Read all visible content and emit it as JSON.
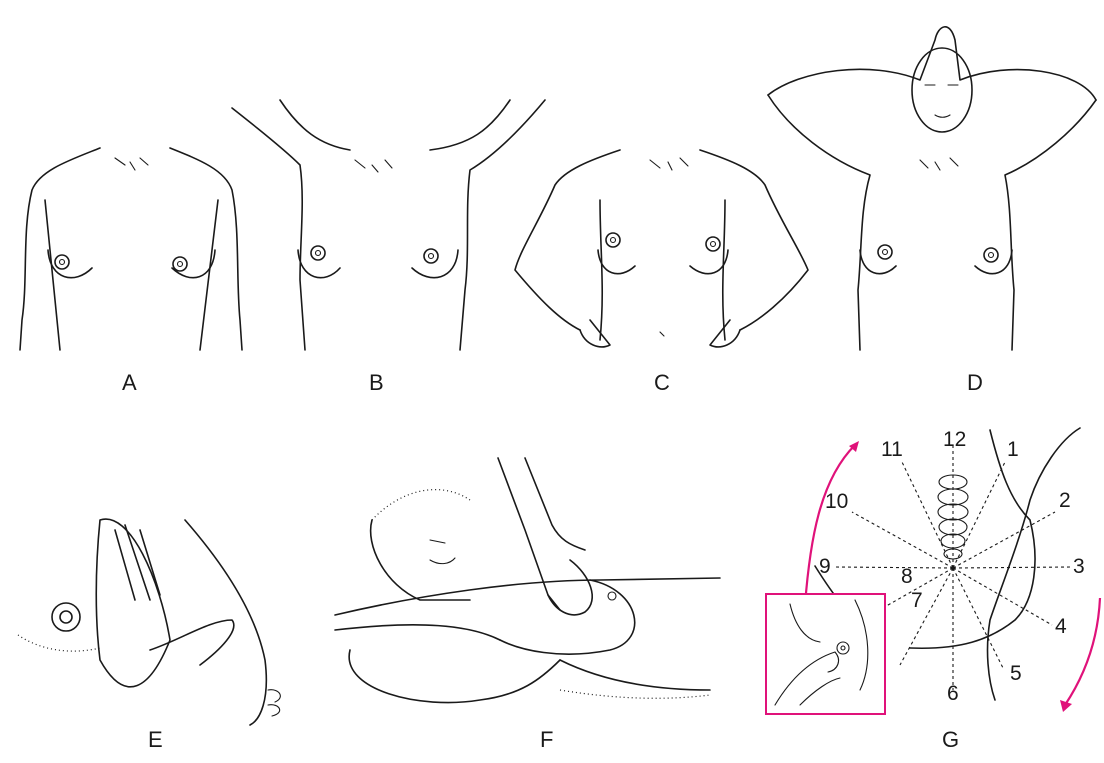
{
  "panels": {
    "a": {
      "label": "A"
    },
    "b": {
      "label": "B"
    },
    "c": {
      "label": "C"
    },
    "d": {
      "label": "D"
    },
    "e": {
      "label": "E"
    },
    "f": {
      "label": "F"
    },
    "g": {
      "label": "G"
    }
  },
  "clock_numbers": [
    "12",
    "1",
    "2",
    "3",
    "4",
    "5",
    "6",
    "7",
    "8",
    "9",
    "10",
    "11"
  ],
  "colors": {
    "accent": "#e0127a",
    "ink": "#1a1a1a"
  }
}
